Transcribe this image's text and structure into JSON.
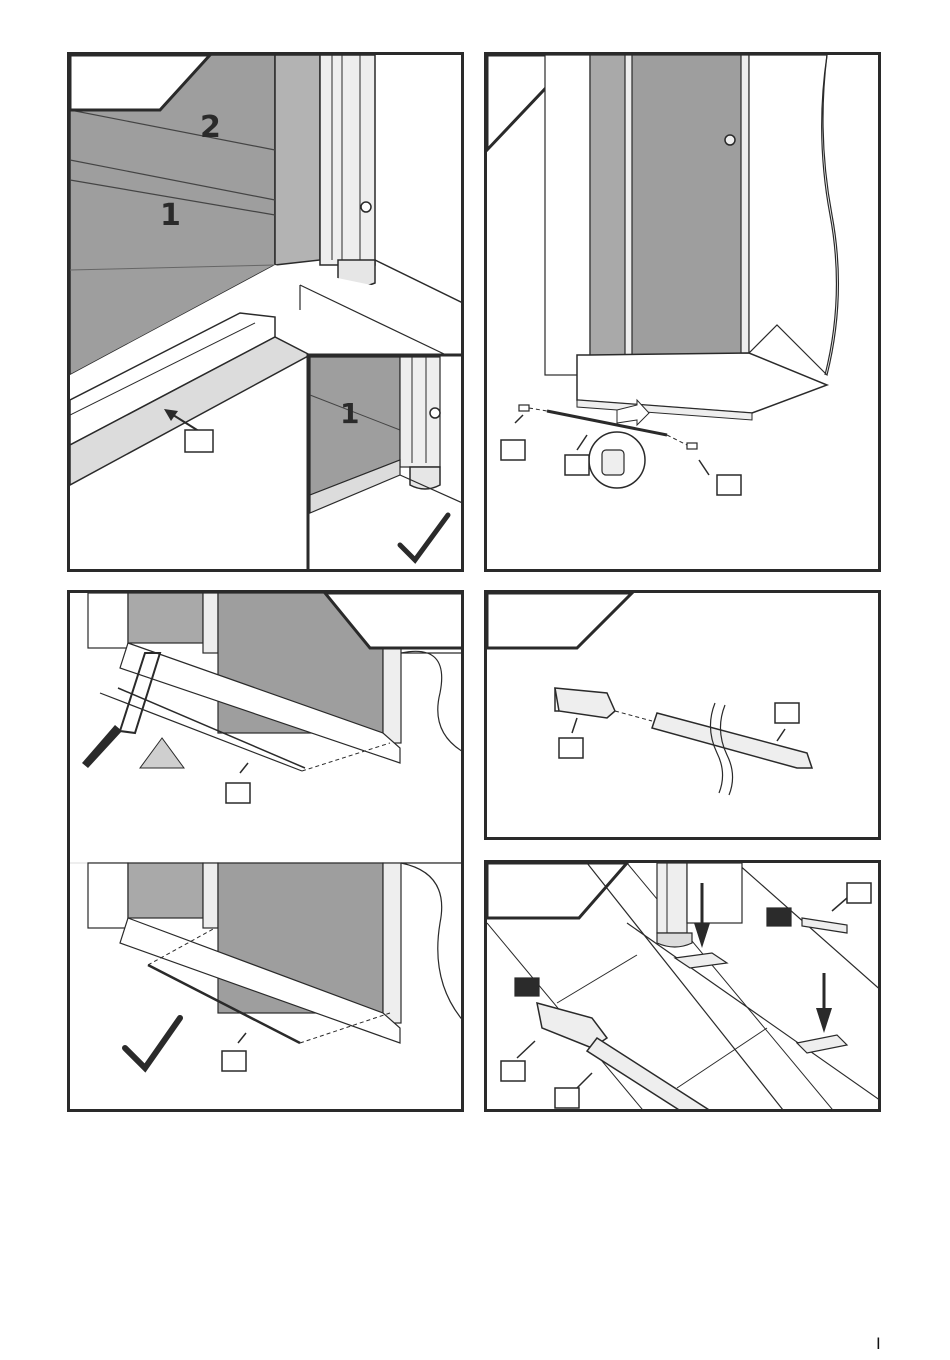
{
  "step_labels": {
    "door_leaf_label": "2",
    "fixed_panel_label": "1",
    "inset_panel_label": "1"
  },
  "page": {
    "page_number": "I"
  },
  "colors": {
    "glass": "#a9a9a9",
    "glass_dark": "#8c8c8c",
    "frame": "#e6e6e6",
    "stroke": "#2a2a2a",
    "warning_triangle": "#cfcfcf",
    "filled_marker": "#2b2b2b"
  },
  "icons": {
    "check": "checkmark-icon",
    "warning": "warning-triangle-icon",
    "saw": "hacksaw-icon",
    "arrow": "pointer-arrow-icon"
  }
}
